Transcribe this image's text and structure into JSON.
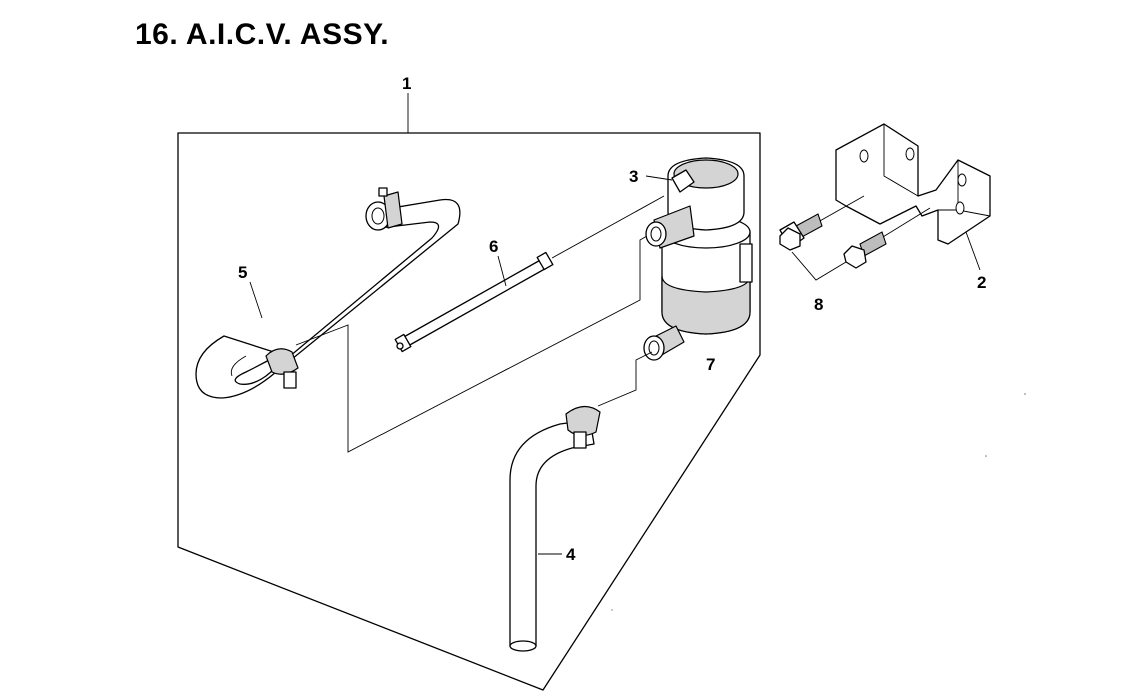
{
  "title": "16. A.I.C.V. ASSY.",
  "callouts": {
    "assy": "1",
    "bracket": "2",
    "cap": "3",
    "hose_lower": "4",
    "hose_upper": "5",
    "pipe": "6",
    "valve_body": "7",
    "bolt": "8"
  }
}
